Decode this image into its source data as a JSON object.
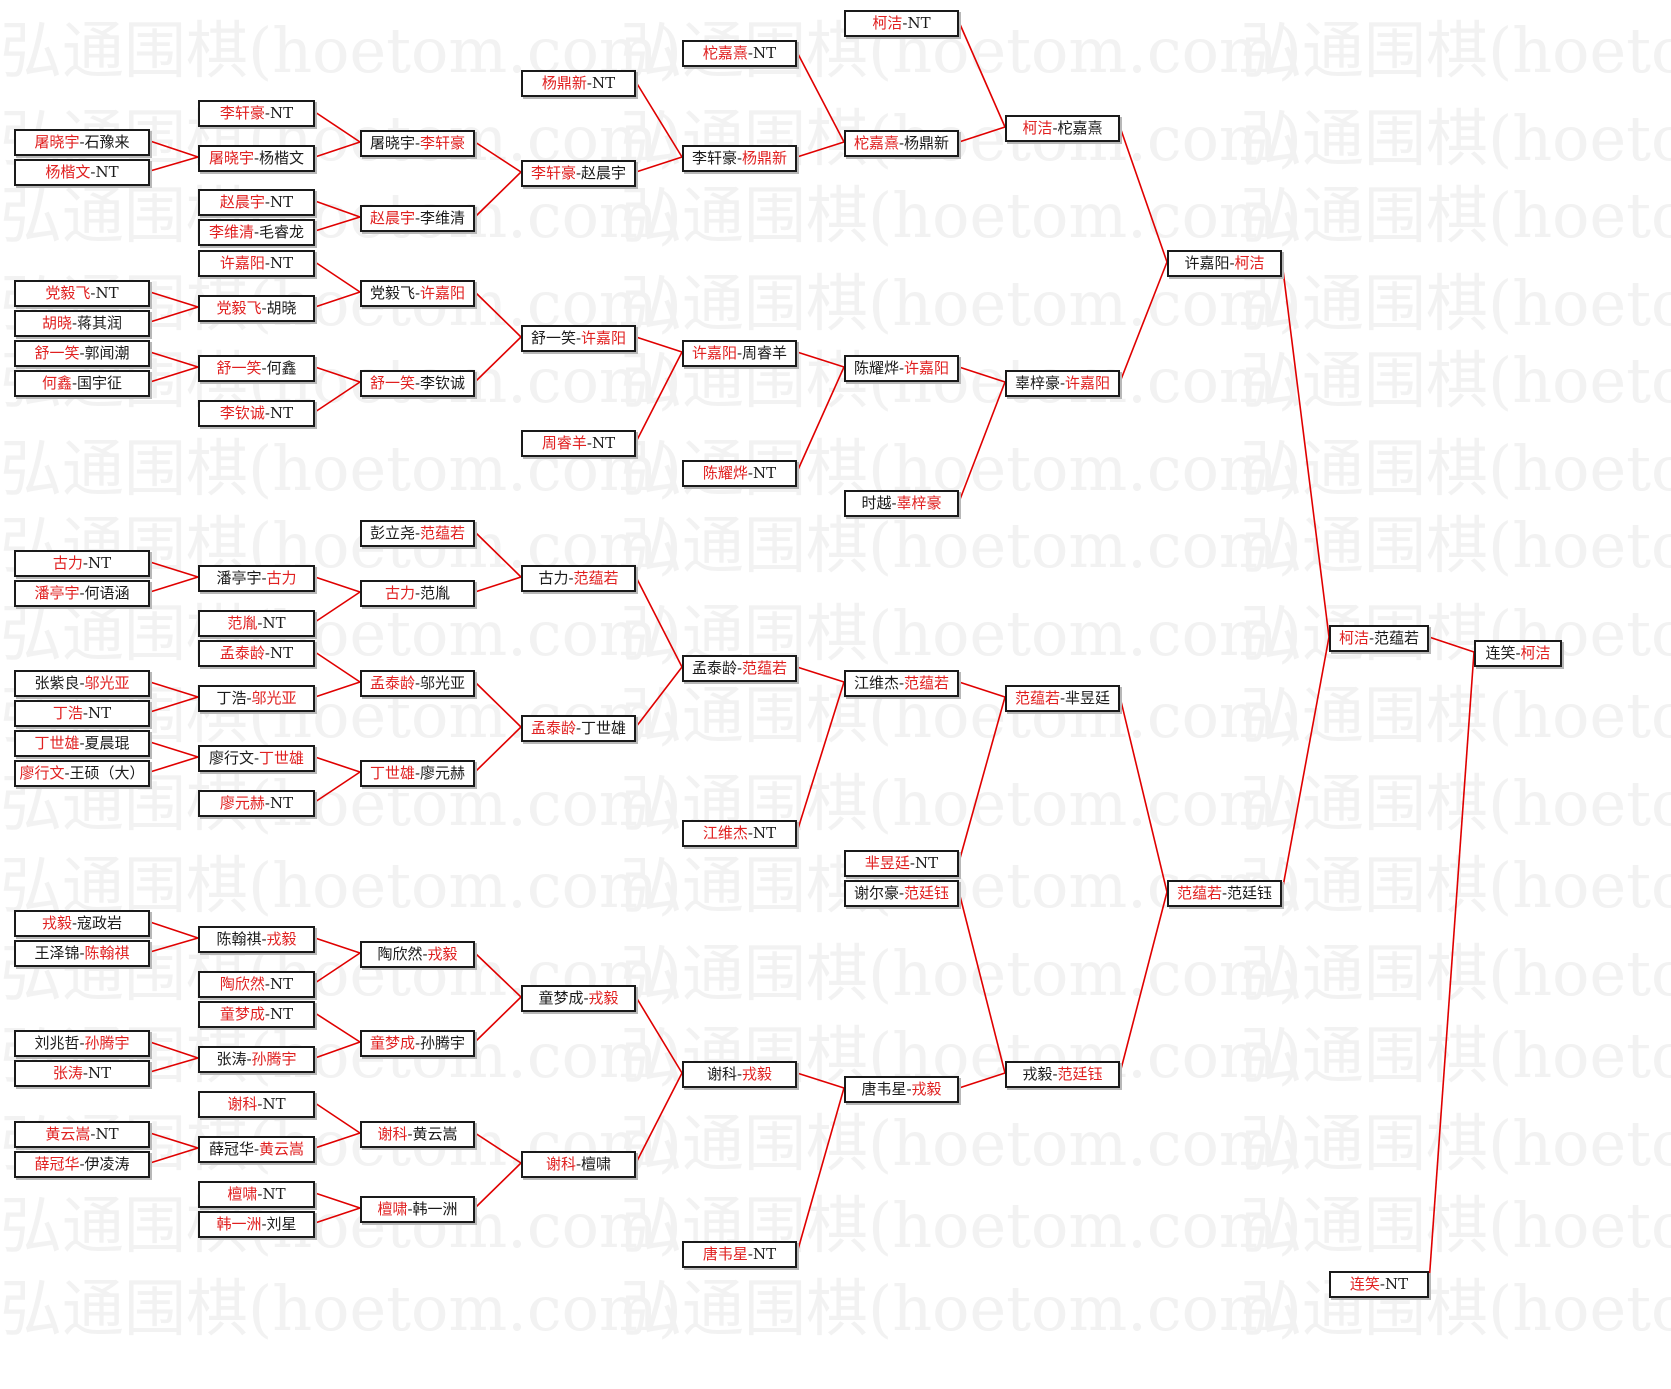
{
  "watermark": "弘通围棋(hoetom.com)",
  "colors": {
    "winner": "#e02020",
    "text": "#1a1a1a",
    "line": "#e00000",
    "border": "#1a1a1a"
  },
  "matches": [
    {
      "id": "c0r0",
      "col": 0,
      "p1": "屠晓宇",
      "p2": "石豫来",
      "win": 1
    },
    {
      "id": "c0r1",
      "col": 0,
      "p1": "杨楷文",
      "p2": "NT",
      "win": 1
    },
    {
      "id": "c0r2",
      "col": 0,
      "p1": "党毅飞",
      "p2": "NT",
      "win": 1
    },
    {
      "id": "c0r3",
      "col": 0,
      "p1": "胡晓",
      "p2": "蒋其润",
      "win": 1
    },
    {
      "id": "c0r4",
      "col": 0,
      "p1": "舒一笑",
      "p2": "郭闻潮",
      "win": 1
    },
    {
      "id": "c0r5",
      "col": 0,
      "p1": "何鑫",
      "p2": "国宇征",
      "win": 1
    },
    {
      "id": "c0r6",
      "col": 0,
      "p1": "古力",
      "p2": "NT",
      "win": 1
    },
    {
      "id": "c0r7",
      "col": 0,
      "p1": "潘亭宇",
      "p2": "何语涵",
      "win": 1
    },
    {
      "id": "c0r8",
      "col": 0,
      "p1": "张紫良",
      "p2": "邬光亚",
      "win": 2
    },
    {
      "id": "c0r9",
      "col": 0,
      "p1": "丁浩",
      "p2": "NT",
      "win": 1
    },
    {
      "id": "c0r10",
      "col": 0,
      "p1": "丁世雄",
      "p2": "夏晨琨",
      "win": 1
    },
    {
      "id": "c0r11",
      "col": 0,
      "p1": "廖行文",
      "p2": "王硕（大）",
      "win": 1
    },
    {
      "id": "c0r12",
      "col": 0,
      "p1": "戎毅",
      "p2": "寇政岩",
      "win": 1
    },
    {
      "id": "c0r13",
      "col": 0,
      "p1": "王泽锦",
      "p2": "陈翰祺",
      "win": 2
    },
    {
      "id": "c0r14",
      "col": 0,
      "p1": "刘兆哲",
      "p2": "孙腾宇",
      "win": 2
    },
    {
      "id": "c0r15",
      "col": 0,
      "p1": "张涛",
      "p2": "NT",
      "win": 1
    },
    {
      "id": "c0r16",
      "col": 0,
      "p1": "黄云嵩",
      "p2": "NT",
      "win": 1
    },
    {
      "id": "c0r17",
      "col": 0,
      "p1": "薛冠华",
      "p2": "伊凌涛",
      "win": 1
    },
    {
      "id": "c1r0",
      "col": 1,
      "p1": "李轩豪",
      "p2": "NT",
      "win": 1
    },
    {
      "id": "c1r1",
      "col": 1,
      "p1": "屠晓宇",
      "p2": "杨楷文",
      "win": 1
    },
    {
      "id": "c1r2",
      "col": 1,
      "p1": "赵晨宇",
      "p2": "NT",
      "win": 1
    },
    {
      "id": "c1r3",
      "col": 1,
      "p1": "李维清",
      "p2": "毛睿龙",
      "win": 1
    },
    {
      "id": "c1r4",
      "col": 1,
      "p1": "许嘉阳",
      "p2": "NT",
      "win": 1
    },
    {
      "id": "c1r5",
      "col": 1,
      "p1": "党毅飞",
      "p2": "胡晓",
      "win": 1
    },
    {
      "id": "c1r6",
      "col": 1,
      "p1": "舒一笑",
      "p2": "何鑫",
      "win": 1
    },
    {
      "id": "c1r7",
      "col": 1,
      "p1": "李钦诚",
      "p2": "NT",
      "win": 1
    },
    {
      "id": "c1r8",
      "col": 1,
      "p1": "潘亭宇",
      "p2": "古力",
      "win": 2
    },
    {
      "id": "c1r9",
      "col": 1,
      "p1": "范胤",
      "p2": "NT",
      "win": 1
    },
    {
      "id": "c1r10",
      "col": 1,
      "p1": "孟泰龄",
      "p2": "NT",
      "win": 1
    },
    {
      "id": "c1r11",
      "col": 1,
      "p1": "丁浩",
      "p2": "邬光亚",
      "win": 2
    },
    {
      "id": "c1r12",
      "col": 1,
      "p1": "廖行文",
      "p2": "丁世雄",
      "win": 2
    },
    {
      "id": "c1r13",
      "col": 1,
      "p1": "廖元赫",
      "p2": "NT",
      "win": 1
    },
    {
      "id": "c1r14",
      "col": 1,
      "p1": "陈翰祺",
      "p2": "戎毅",
      "win": 2
    },
    {
      "id": "c1r15",
      "col": 1,
      "p1": "陶欣然",
      "p2": "NT",
      "win": 1
    },
    {
      "id": "c1r16",
      "col": 1,
      "p1": "童梦成",
      "p2": "NT",
      "win": 1
    },
    {
      "id": "c1r17",
      "col": 1,
      "p1": "张涛",
      "p2": "孙腾宇",
      "win": 2
    },
    {
      "id": "c1r18",
      "col": 1,
      "p1": "谢科",
      "p2": "NT",
      "win": 1
    },
    {
      "id": "c1r19",
      "col": 1,
      "p1": "薛冠华",
      "p2": "黄云嵩",
      "win": 2
    },
    {
      "id": "c1r20",
      "col": 1,
      "p1": "檀啸",
      "p2": "NT",
      "win": 1
    },
    {
      "id": "c1r21",
      "col": 1,
      "p1": "韩一洲",
      "p2": "刘星",
      "win": 1
    },
    {
      "id": "c2r0",
      "col": 2,
      "p1": "屠晓宇",
      "p2": "李轩豪",
      "win": 2
    },
    {
      "id": "c2r1",
      "col": 2,
      "p1": "赵晨宇",
      "p2": "李维清",
      "win": 1
    },
    {
      "id": "c2r2",
      "col": 2,
      "p1": "党毅飞",
      "p2": "许嘉阳",
      "win": 2
    },
    {
      "id": "c2r3",
      "col": 2,
      "p1": "舒一笑",
      "p2": "李钦诚",
      "win": 1
    },
    {
      "id": "c2r4",
      "col": 2,
      "p1": "彭立尧",
      "p2": "范蕴若",
      "win": 2
    },
    {
      "id": "c2r5",
      "col": 2,
      "p1": "古力",
      "p2": "范胤",
      "win": 1
    },
    {
      "id": "c2r6",
      "col": 2,
      "p1": "孟泰龄",
      "p2": "邬光亚",
      "win": 1
    },
    {
      "id": "c2r7",
      "col": 2,
      "p1": "丁世雄",
      "p2": "廖元赫",
      "win": 1
    },
    {
      "id": "c2r8",
      "col": 2,
      "p1": "陶欣然",
      "p2": "戎毅",
      "win": 2
    },
    {
      "id": "c2r9",
      "col": 2,
      "p1": "童梦成",
      "p2": "孙腾宇",
      "win": 1
    },
    {
      "id": "c2r10",
      "col": 2,
      "p1": "谢科",
      "p2": "黄云嵩",
      "win": 1
    },
    {
      "id": "c2r11",
      "col": 2,
      "p1": "檀啸",
      "p2": "韩一洲",
      "win": 1
    },
    {
      "id": "c3r0",
      "col": 3,
      "p1": "杨鼎新",
      "p2": "NT",
      "win": 1
    },
    {
      "id": "c3r1",
      "col": 3,
      "p1": "李轩豪",
      "p2": "赵晨宇",
      "win": 1
    },
    {
      "id": "c3r2",
      "col": 3,
      "p1": "舒一笑",
      "p2": "许嘉阳",
      "win": 2
    },
    {
      "id": "c3r3",
      "col": 3,
      "p1": "周睿羊",
      "p2": "NT",
      "win": 1
    },
    {
      "id": "c3r4",
      "col": 3,
      "p1": "古力",
      "p2": "范蕴若",
      "win": 2
    },
    {
      "id": "c3r5",
      "col": 3,
      "p1": "孟泰龄",
      "p2": "丁世雄",
      "win": 1
    },
    {
      "id": "c3r6",
      "col": 3,
      "p1": "童梦成",
      "p2": "戎毅",
      "win": 2
    },
    {
      "id": "c3r7",
      "col": 3,
      "p1": "谢科",
      "p2": "檀啸",
      "win": 1
    },
    {
      "id": "c4r0",
      "col": 4,
      "p1": "柁嘉熹",
      "p2": "NT",
      "win": 1
    },
    {
      "id": "c4r1",
      "col": 4,
      "p1": "李轩豪",
      "p2": "杨鼎新",
      "win": 2
    },
    {
      "id": "c4r2",
      "col": 4,
      "p1": "许嘉阳",
      "p2": "周睿羊",
      "win": 1
    },
    {
      "id": "c4r3",
      "col": 4,
      "p1": "陈耀烨",
      "p2": "NT",
      "win": 1
    },
    {
      "id": "c4r4",
      "col": 4,
      "p1": "孟泰龄",
      "p2": "范蕴若",
      "win": 2
    },
    {
      "id": "c4r5",
      "col": 4,
      "p1": "江维杰",
      "p2": "NT",
      "win": 1
    },
    {
      "id": "c4r6",
      "col": 4,
      "p1": "谢科",
      "p2": "戎毅",
      "win": 2
    },
    {
      "id": "c4r7",
      "col": 4,
      "p1": "唐韦星",
      "p2": "NT",
      "win": 1
    },
    {
      "id": "c5r0",
      "col": 5,
      "p1": "柯洁",
      "p2": "NT",
      "win": 1
    },
    {
      "id": "c5r1",
      "col": 5,
      "p1": "柁嘉熹",
      "p2": "杨鼎新",
      "win": 1
    },
    {
      "id": "c5r2",
      "col": 5,
      "p1": "陈耀烨",
      "p2": "许嘉阳",
      "win": 2
    },
    {
      "id": "c5r3",
      "col": 5,
      "p1": "时越",
      "p2": "辜梓豪",
      "win": 2
    },
    {
      "id": "c5r4",
      "col": 5,
      "p1": "江维杰",
      "p2": "范蕴若",
      "win": 2
    },
    {
      "id": "c5r5",
      "col": 5,
      "p1": "芈昱廷",
      "p2": "NT",
      "win": 1
    },
    {
      "id": "c5r6",
      "col": 5,
      "p1": "谢尔豪",
      "p2": "范廷钰",
      "win": 2
    },
    {
      "id": "c5r7",
      "col": 5,
      "p1": "唐韦星",
      "p2": "戎毅",
      "win": 2
    },
    {
      "id": "c6r0",
      "col": 6,
      "p1": "柯洁",
      "p2": "柁嘉熹",
      "win": 1
    },
    {
      "id": "c6r1",
      "col": 6,
      "p1": "辜梓豪",
      "p2": "许嘉阳",
      "win": 2
    },
    {
      "id": "c6r2",
      "col": 6,
      "p1": "范蕴若",
      "p2": "芈昱廷",
      "win": 1
    },
    {
      "id": "c6r3",
      "col": 6,
      "p1": "戎毅",
      "p2": "范廷钰",
      "win": 2
    },
    {
      "id": "c7r0",
      "col": 7,
      "p1": "许嘉阳",
      "p2": "柯洁",
      "win": 2
    },
    {
      "id": "c7r1",
      "col": 7,
      "p1": "范蕴若",
      "p2": "范廷钰",
      "win": 1
    },
    {
      "id": "c8r0",
      "col": 8,
      "p1": "柯洁",
      "p2": "范蕴若",
      "win": 1
    },
    {
      "id": "c8r1",
      "col": 8,
      "p1": "连笑",
      "p2": "NT",
      "win": 1
    },
    {
      "id": "c9r0",
      "col": 9,
      "p1": "连笑",
      "p2": "柯洁",
      "win": 2
    }
  ],
  "links": [
    [
      "c0r0",
      "c1r1"
    ],
    [
      "c0r1",
      "c1r1"
    ],
    [
      "c0r2",
      "c1r5"
    ],
    [
      "c0r3",
      "c1r5"
    ],
    [
      "c0r4",
      "c1r6"
    ],
    [
      "c0r5",
      "c1r6"
    ],
    [
      "c0r6",
      "c1r8"
    ],
    [
      "c0r7",
      "c1r8"
    ],
    [
      "c0r8",
      "c1r11"
    ],
    [
      "c0r9",
      "c1r11"
    ],
    [
      "c0r10",
      "c1r12"
    ],
    [
      "c0r11",
      "c1r12"
    ],
    [
      "c0r12",
      "c1r14"
    ],
    [
      "c0r13",
      "c1r14"
    ],
    [
      "c0r14",
      "c1r17"
    ],
    [
      "c0r15",
      "c1r17"
    ],
    [
      "c0r16",
      "c1r19"
    ],
    [
      "c0r17",
      "c1r19"
    ],
    [
      "c1r0",
      "c2r0"
    ],
    [
      "c1r1",
      "c2r0"
    ],
    [
      "c1r2",
      "c2r1"
    ],
    [
      "c1r3",
      "c2r1"
    ],
    [
      "c1r4",
      "c2r2"
    ],
    [
      "c1r5",
      "c2r2"
    ],
    [
      "c1r6",
      "c2r3"
    ],
    [
      "c1r7",
      "c2r3"
    ],
    [
      "c1r8",
      "c2r5"
    ],
    [
      "c1r9",
      "c2r5"
    ],
    [
      "c1r10",
      "c2r6"
    ],
    [
      "c1r11",
      "c2r6"
    ],
    [
      "c1r12",
      "c2r7"
    ],
    [
      "c1r13",
      "c2r7"
    ],
    [
      "c1r14",
      "c2r8"
    ],
    [
      "c1r15",
      "c2r8"
    ],
    [
      "c1r16",
      "c2r9"
    ],
    [
      "c1r17",
      "c2r9"
    ],
    [
      "c1r18",
      "c2r10"
    ],
    [
      "c1r19",
      "c2r10"
    ],
    [
      "c1r20",
      "c2r11"
    ],
    [
      "c1r21",
      "c2r11"
    ],
    [
      "c2r0",
      "c3r1"
    ],
    [
      "c2r1",
      "c3r1"
    ],
    [
      "c2r2",
      "c3r2"
    ],
    [
      "c2r3",
      "c3r2"
    ],
    [
      "c2r4",
      "c3r4"
    ],
    [
      "c2r5",
      "c3r4"
    ],
    [
      "c2r6",
      "c3r5"
    ],
    [
      "c2r7",
      "c3r5"
    ],
    [
      "c2r8",
      "c3r6"
    ],
    [
      "c2r9",
      "c3r6"
    ],
    [
      "c2r10",
      "c3r7"
    ],
    [
      "c2r11",
      "c3r7"
    ],
    [
      "c3r0",
      "c4r1"
    ],
    [
      "c3r1",
      "c4r1"
    ],
    [
      "c3r2",
      "c4r2"
    ],
    [
      "c3r3",
      "c4r2"
    ],
    [
      "c3r4",
      "c4r4"
    ],
    [
      "c3r5",
      "c4r4"
    ],
    [
      "c3r6",
      "c4r6"
    ],
    [
      "c3r7",
      "c4r6"
    ],
    [
      "c4r0",
      "c5r1"
    ],
    [
      "c4r1",
      "c5r1"
    ],
    [
      "c4r2",
      "c5r2"
    ],
    [
      "c4r3",
      "c5r2"
    ],
    [
      "c4r4",
      "c5r4"
    ],
    [
      "c4r5",
      "c5r4"
    ],
    [
      "c4r6",
      "c5r7"
    ],
    [
      "c4r7",
      "c5r7"
    ],
    [
      "c5r0",
      "c6r0"
    ],
    [
      "c5r1",
      "c6r0"
    ],
    [
      "c5r2",
      "c6r1"
    ],
    [
      "c5r3",
      "c6r1"
    ],
    [
      "c5r4",
      "c6r2"
    ],
    [
      "c5r5",
      "c6r2"
    ],
    [
      "c5r6",
      "c6r3"
    ],
    [
      "c5r7",
      "c6r3"
    ],
    [
      "c6r0",
      "c7r0"
    ],
    [
      "c6r1",
      "c7r0"
    ],
    [
      "c6r2",
      "c7r1"
    ],
    [
      "c6r3",
      "c7r1"
    ],
    [
      "c7r0",
      "c8r0"
    ],
    [
      "c7r1",
      "c8r0"
    ],
    [
      "c8r0",
      "c9r0"
    ],
    [
      "c8r1",
      "c9r0"
    ]
  ]
}
